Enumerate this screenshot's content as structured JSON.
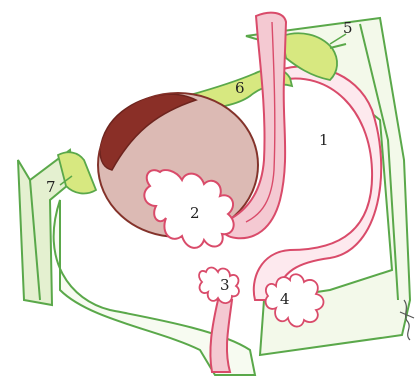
{
  "labels": {
    "l1": "1",
    "l2": "2",
    "l3": "3",
    "l4": "4",
    "l5": "5",
    "l6": "6",
    "l7": "7"
  },
  "colors": {
    "outline_green": "#5aa84a",
    "fill_green": "#ddeec0",
    "yellow_green": "#cfe36a",
    "duct_pink": "#d94b6a",
    "duct_fill": "#f4c9d2",
    "liver_dark": "#8a2f27",
    "liver_light": "#d9b4ad",
    "ink": "#222222"
  }
}
